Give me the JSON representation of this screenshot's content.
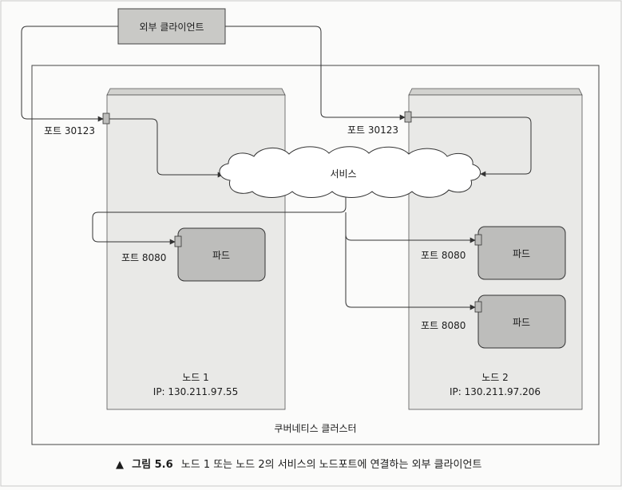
{
  "client": {
    "label": "외부 클라이언트"
  },
  "cluster": {
    "label": "쿠버네티스 클러스터"
  },
  "service": {
    "label": "서비스"
  },
  "node1": {
    "name": "노드 1",
    "ip": "IP: 130.211.97.55",
    "node_port_label": "포트 30123",
    "pods": [
      {
        "label": "파드",
        "port_label": "포트 8080"
      }
    ]
  },
  "node2": {
    "name": "노드 2",
    "ip": "IP: 130.211.97.206",
    "node_port_label": "포트 30123",
    "pods": [
      {
        "label": "파드",
        "port_label": "포트 8080"
      },
      {
        "label": "파드",
        "port_label": "포트 8080"
      }
    ]
  },
  "caption": {
    "marker": "▲",
    "figure": "그림 5.6",
    "text": "노드 1 또는 노드 2의 서비스의 노드포트에 연결하는 외부 클라이언트"
  },
  "colors": {
    "node_fill": "#e9e9e7",
    "node_top": "#d2d2cf",
    "pod_fill": "#bdbdbb",
    "client_fill": "#c9c9c6",
    "line": "#333333"
  }
}
